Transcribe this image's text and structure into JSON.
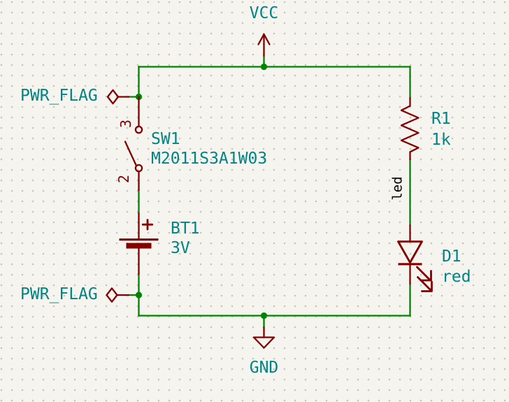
{
  "schematic": {
    "background": "#F5F4EF",
    "grid_dot_color": "#C6C6C0",
    "colors": {
      "wire": "#008400",
      "device": "#840000",
      "field": "#008484",
      "label": "#000000"
    },
    "power": {
      "vcc_label": "VCC",
      "gnd_label": "GND",
      "pwr_flag_top_label": "PWR_FLAG",
      "pwr_flag_bottom_label": "PWR_FLAG"
    },
    "components": {
      "switch": {
        "reference": "SW1",
        "value": "M2011S3A1W03",
        "pin_top_number": "3",
        "pin_bottom_number": "2"
      },
      "battery": {
        "reference": "BT1",
        "value": "3V",
        "polarity_mark": "+"
      },
      "resistor": {
        "reference": "R1",
        "value": "1k"
      },
      "led": {
        "reference": "D1",
        "value": "red"
      }
    },
    "net_labels": {
      "led_net": "led"
    }
  }
}
